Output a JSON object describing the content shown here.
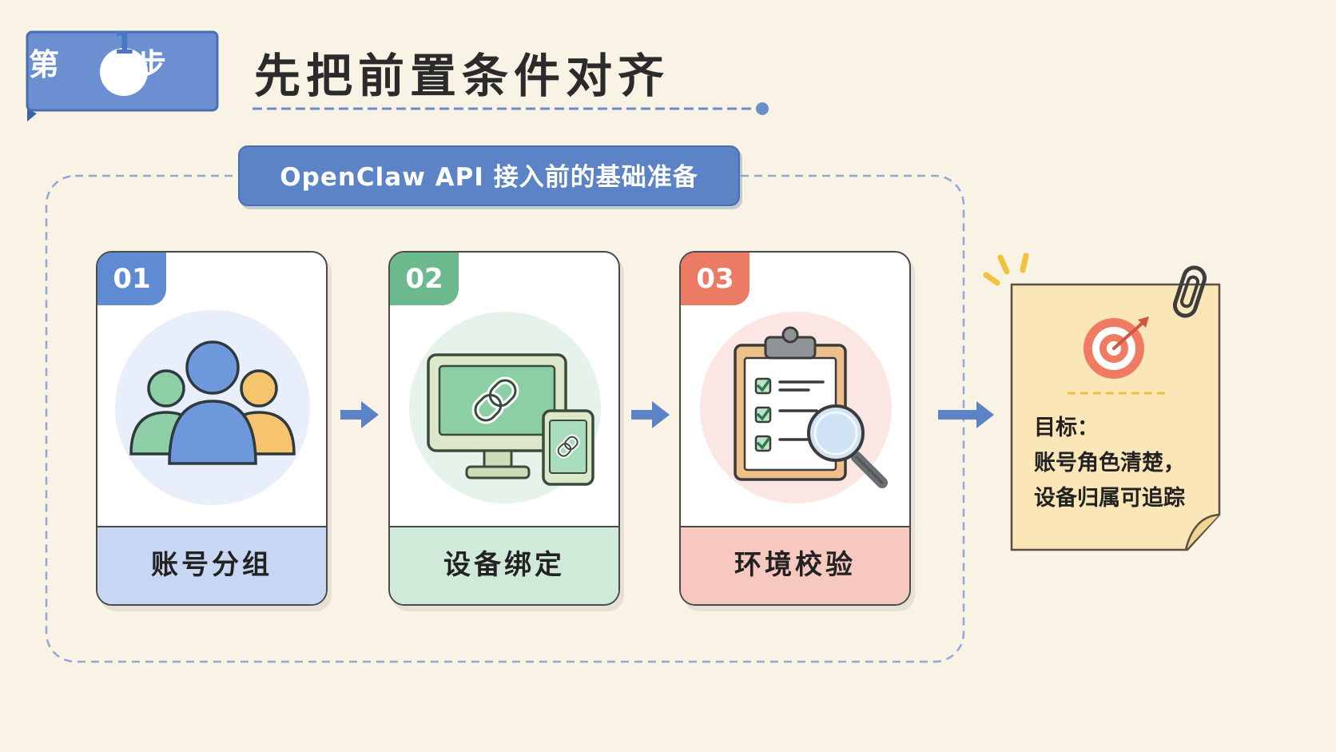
{
  "header": {
    "step_prefix": "第",
    "step_number": "1",
    "step_suffix": "步",
    "title": "先把前置条件对齐"
  },
  "subtitle": "OpenClaw API 接入前的基础准备",
  "cards": [
    {
      "number": "01",
      "label": "账号分组",
      "icon": "user-group-icon",
      "accent": "#5f8bd3"
    },
    {
      "number": "02",
      "label": "设备绑定",
      "icon": "device-link-icon",
      "accent": "#6db98e"
    },
    {
      "number": "03",
      "label": "环境校验",
      "icon": "clipboard-check-icon",
      "accent": "#ec7b66"
    }
  ],
  "goal": {
    "icon": "target-icon",
    "heading": "目标：",
    "line1": "账号角色清楚，",
    "line2": "设备归属可追踪"
  },
  "colors": {
    "background": "#f8f3e5",
    "primary_blue": "#5b83c6",
    "green": "#6db98e",
    "coral": "#ec7b66",
    "note_yellow": "#fbe6b8"
  }
}
